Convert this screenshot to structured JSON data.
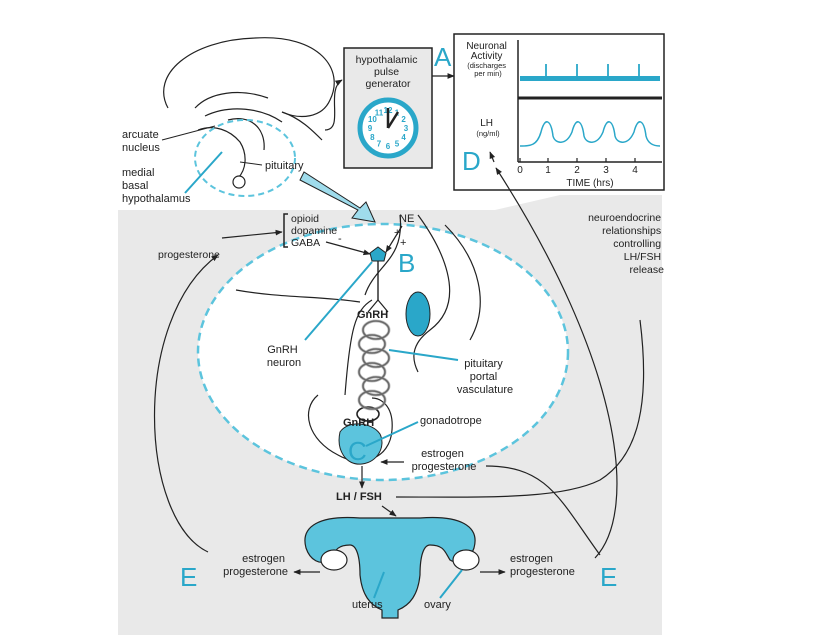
{
  "labels": {
    "arcuate_nucleus": [
      "arcuate",
      "nucleus"
    ],
    "medial_basal_hypothalamus": [
      "medial",
      "basal",
      "hypothalamus"
    ],
    "pituitary": "pituitary",
    "pulse_generator": [
      "hypothalamic",
      "pulse",
      "generator"
    ],
    "neuronal_activity": [
      "Neuronal",
      "Activity",
      "(discharges",
      "per min)"
    ],
    "lh_axis": [
      "LH",
      "(ng/ml)"
    ],
    "time_axis": "TIME (hrs)",
    "time_ticks": [
      "0",
      "1",
      "2",
      "3",
      "4"
    ],
    "neuroendocrine": [
      "neuroendocrine",
      "relationships",
      "controlling",
      "LH/FSH",
      "release"
    ],
    "modulators": [
      "opioid",
      "dopamine",
      "GABA"
    ],
    "ne": "NE",
    "plus_signs": [
      "+",
      "+"
    ],
    "minus_sign": "-",
    "progesterone_top": "progesterone",
    "gnrh_upper": "GnRH",
    "gnrh_lower": "GnRH",
    "gnrh_neuron": [
      "GnRH",
      "neuron"
    ],
    "portal": [
      "pituitary",
      "portal",
      "vasculature"
    ],
    "gonadotrope": "gonadotrope",
    "estrogen_progesterone_mid": [
      "estrogen",
      "progesterone"
    ],
    "lh_fsh": "LH / FSH",
    "estrogen_progesterone_left": [
      "estrogen",
      "progesterone"
    ],
    "estrogen_progesterone_right": [
      "estrogen",
      "progesterone"
    ],
    "uterus": "uterus",
    "ovary": "ovary"
  },
  "markers": {
    "a": "A",
    "b": "B",
    "c": "C",
    "d": "D",
    "e_left": "E",
    "e_right": "E"
  },
  "clock_numbers": [
    "12",
    "1",
    "2",
    "3",
    "4",
    "5",
    "6",
    "7",
    "8",
    "9",
    "10",
    "11"
  ],
  "colors": {
    "accent": "#2aa7c9",
    "light_accent": "#9fdcec",
    "panel": "#e9e9e9",
    "line": "#222222"
  }
}
